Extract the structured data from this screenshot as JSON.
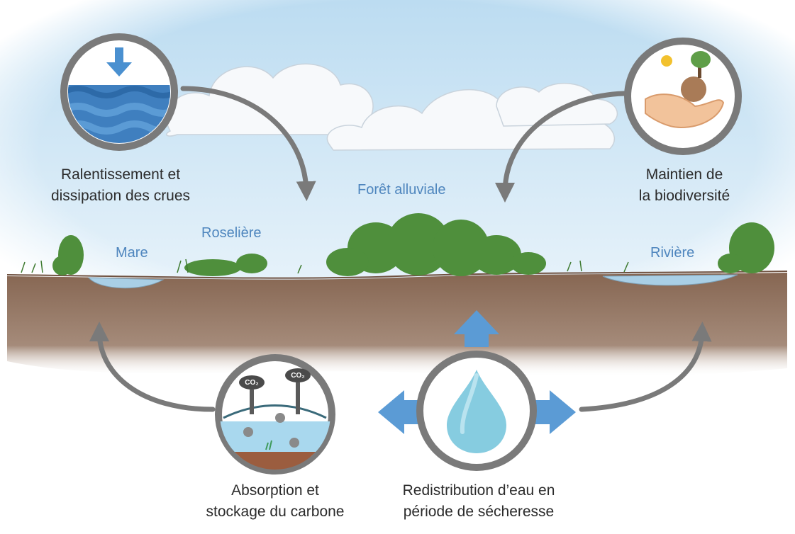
{
  "services": {
    "flood": {
      "line1": "Ralentissement et",
      "line2": "dissipation des crues"
    },
    "biodiversity": {
      "line1": "Maintien de",
      "line2": "la biodiversité"
    },
    "carbon": {
      "line1": "Absorption et",
      "line2": "stockage du carbone",
      "co2_label": "CO₂"
    },
    "water": {
      "line1": "Redistribution d’eau en",
      "line2": "période de sécheresse"
    }
  },
  "habitats": {
    "pond": "Mare",
    "reedbed": "Roselière",
    "forest": "Forêt alluviale",
    "river": "Rivière"
  },
  "colors": {
    "sky": "#cfe6f5",
    "soil": "#8a6a55",
    "vegetation": "#4f8f3c",
    "arrow_gray": "#7a7a7a",
    "water_blue": "#5b9bd5",
    "label_blue": "#4f86be"
  },
  "icons": {
    "flood": "wave-arrow-icon",
    "biodiversity": "hand-earth-icon",
    "carbon": "co2-absorption-icon",
    "water": "water-drop-icon"
  }
}
